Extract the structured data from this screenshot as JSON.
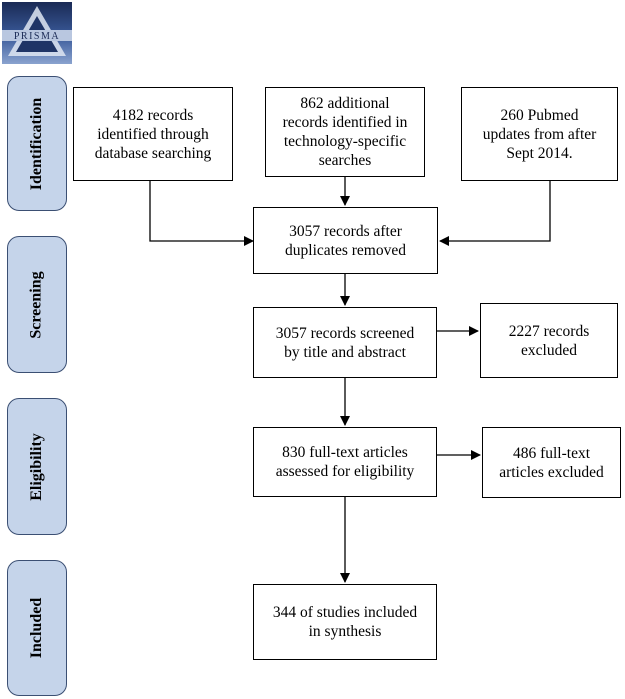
{
  "logo": {
    "text": "PRISMA"
  },
  "stages": [
    {
      "key": "identification",
      "label": "Identification"
    },
    {
      "key": "screening",
      "label": "Screening"
    },
    {
      "key": "eligibility",
      "label": "Eligibility"
    },
    {
      "key": "included",
      "label": "Included"
    }
  ],
  "boxes": {
    "database_search": "4182 records\nidentified through\ndatabase searching",
    "technology_search": "862 additional\nrecords identified in\ntechnology-specific\nsearches",
    "pubmed_updates": "260 Pubmed\nupdates from after\nSept 2014.",
    "duplicates_removed": "3057 records after\nduplicates removed",
    "records_screened": "3057 records screened\nby title and abstract",
    "records_excluded": "2227 records\nexcluded",
    "fulltext_assessed": "830 full-text articles\nassessed for eligibility",
    "fulltext_excluded": "486 full-text\narticles excluded",
    "studies_included": "344 of studies included\nin synthesis"
  }
}
